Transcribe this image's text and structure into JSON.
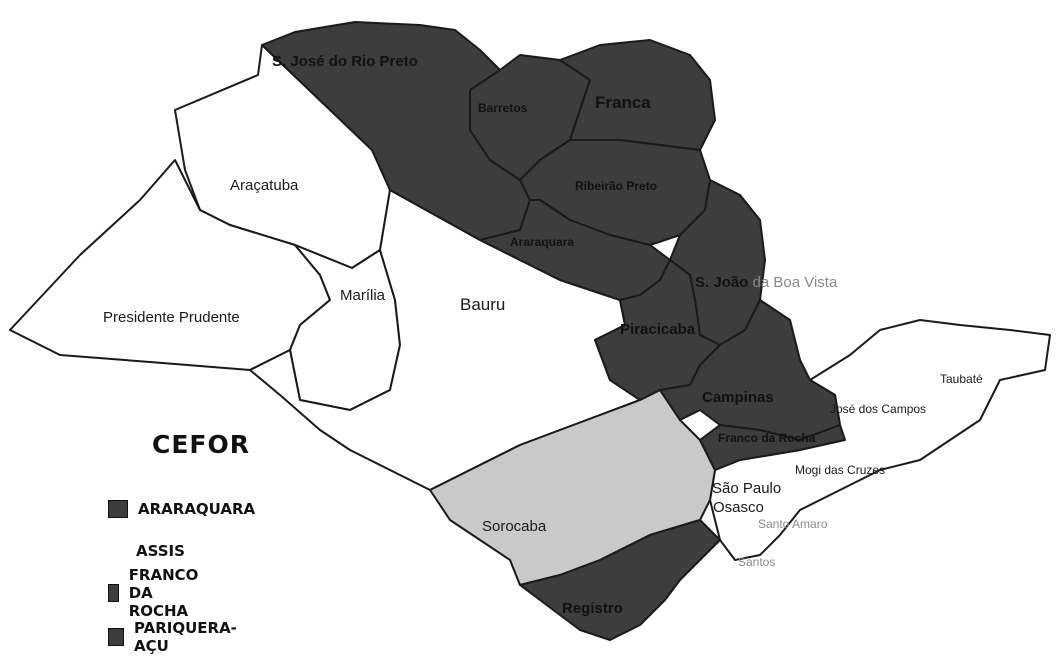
{
  "map": {
    "regions": [
      {
        "id": "sjrp",
        "label": "S. José do Rio Preto",
        "shade": "dark"
      },
      {
        "id": "barretos",
        "label": "Barretos",
        "shade": "dark"
      },
      {
        "id": "franca",
        "label": "Franca",
        "shade": "dark"
      },
      {
        "id": "ribeirao",
        "label": "Ribeirão Preto",
        "shade": "dark"
      },
      {
        "id": "araraquara",
        "label": "Araraquara",
        "shade": "dark"
      },
      {
        "id": "sjbv",
        "label_a": "S. João",
        "label_b": " da Boa Vista",
        "shade": "dark"
      },
      {
        "id": "piracicaba",
        "label_a": "Piracica",
        "label_b": "ba",
        "shade": "dark"
      },
      {
        "id": "campinas",
        "label": "Campinas",
        "shade": "dark"
      },
      {
        "id": "francodarocha",
        "label": "Franco da Rocha",
        "shade": "dark"
      },
      {
        "id": "registro",
        "label": "Registro",
        "shade": "dark"
      },
      {
        "id": "sorocaba",
        "label": "Sorocaba",
        "shade": "light"
      },
      {
        "id": "aracatuba",
        "label": "Araçatuba",
        "shade": "white"
      },
      {
        "id": "prudente",
        "label": "Presidente Prudente",
        "shade": "white"
      },
      {
        "id": "marilia",
        "label": "Marília",
        "shade": "white"
      },
      {
        "id": "bauru",
        "label": "Bauru",
        "shade": "white"
      },
      {
        "id": "taubate",
        "label": "Taubaté",
        "shade": "white"
      },
      {
        "id": "sjcampos",
        "label": "José dos Campos",
        "shade": "white"
      },
      {
        "id": "mogi",
        "label": "Mogi das Cruzes",
        "shade": "white"
      },
      {
        "id": "saopaulo",
        "label": "São Paulo",
        "shade": "white"
      },
      {
        "id": "osasco",
        "label": "Osasco",
        "shade": "white"
      },
      {
        "id": "santoamaro",
        "label": "Santo Amaro",
        "shade": "white"
      },
      {
        "id": "santos",
        "label": "Santos",
        "shade": "white"
      }
    ],
    "colors": {
      "dark": "#3d3d3d",
      "light": "#c9c9c9",
      "white": "#ffffff",
      "border": "#1a1a1a"
    }
  },
  "legend": {
    "title": "CEFOR",
    "items": [
      {
        "label": "ARARAQUARA",
        "swatch": true
      },
      {
        "label": "ASSIS",
        "swatch": false
      },
      {
        "label": "FRANCO DA ROCHA",
        "swatch": true
      },
      {
        "label": "PARIQUERA-AÇU",
        "swatch": true
      }
    ]
  }
}
